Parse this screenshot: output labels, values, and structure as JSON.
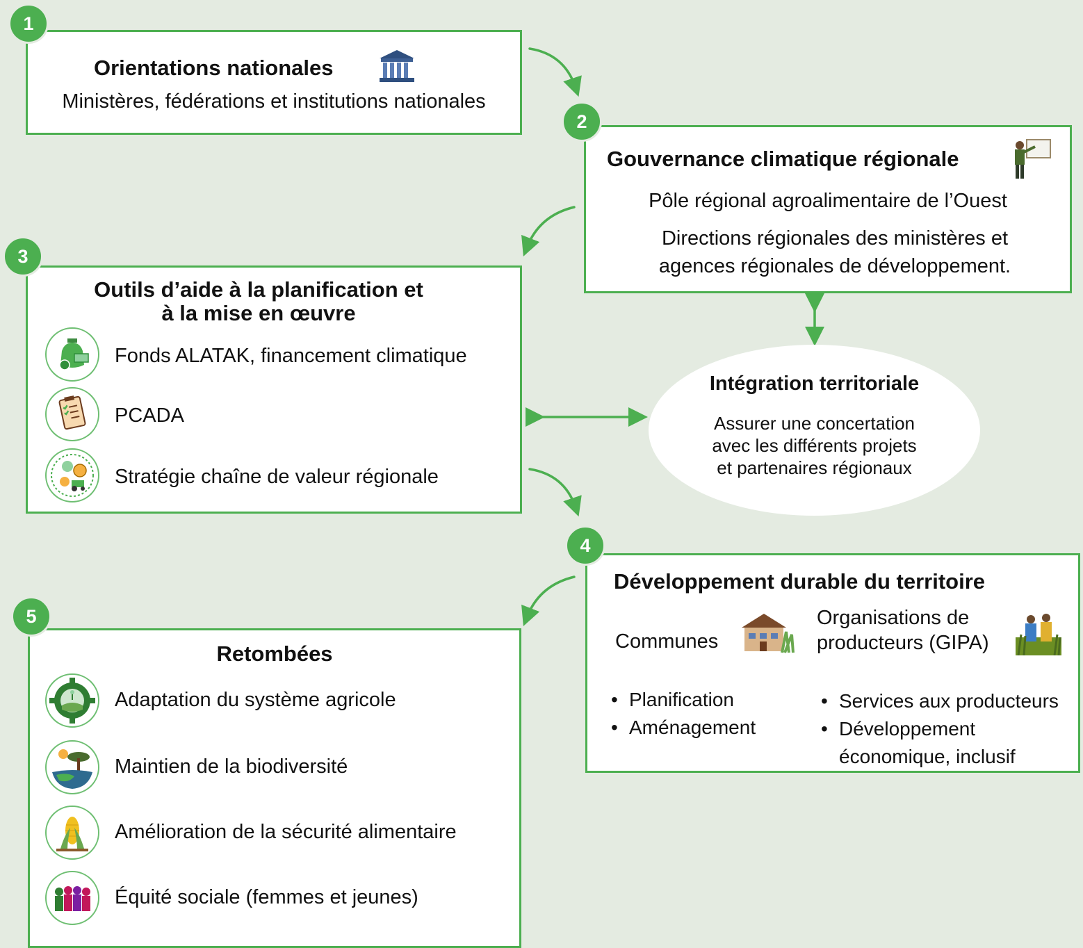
{
  "colors": {
    "accent": "#4caf50",
    "background": "#e4ebe1",
    "box": "#ffffff"
  },
  "step1": {
    "number": "1",
    "title": "Orientations nationales",
    "subtitle": "Ministères, fédérations et institutions nationales",
    "icon": "government-building-icon"
  },
  "step2": {
    "number": "2",
    "title": "Gouvernance climatique régionale",
    "line1": "Pôle régional agroalimentaire de l’Ouest",
    "line2a": "Directions régionales des ministères et",
    "line2b": "agences régionales de développement.",
    "icon": "presenter-icon"
  },
  "step3": {
    "number": "3",
    "title_a": "Outils d’aide à la planification et",
    "title_b": "à la mise en œuvre",
    "items": [
      {
        "label": "Fonds ALATAK, financement climatique",
        "icon": "money-bag-icon"
      },
      {
        "label": "PCADA",
        "icon": "clipboard-checklist-icon"
      },
      {
        "label": "Stratégie chaîne de valeur régionale",
        "icon": "value-chain-icon"
      }
    ]
  },
  "integration": {
    "title": "Intégration territoriale",
    "line1": "Assurer une concertation",
    "line2": "avec les différents projets",
    "line3": "et partenaires régionaux"
  },
  "step4": {
    "number": "4",
    "title": "Développement durable du territoire",
    "communes": "Communes",
    "org_a": "Organisations de",
    "org_b": "producteurs (GIPA)",
    "communes_items": [
      "Planification",
      "Aménagement"
    ],
    "org_items": [
      "Services aux producteurs",
      "Développement",
      "économique, inclusif"
    ],
    "icons": [
      "house-icon",
      "farmers-icon"
    ]
  },
  "step5": {
    "number": "5",
    "title": "Retombées",
    "items": [
      {
        "label": "Adaptation du système agricole",
        "icon": "farm-gear-icon"
      },
      {
        "label": "Maintien de la biodiversité",
        "icon": "biodiversity-icon"
      },
      {
        "label": "Amélioration de la sécurité alimentaire",
        "icon": "corn-icon"
      },
      {
        "label": "Équité sociale (femmes et jeunes)",
        "icon": "people-group-icon"
      }
    ]
  }
}
